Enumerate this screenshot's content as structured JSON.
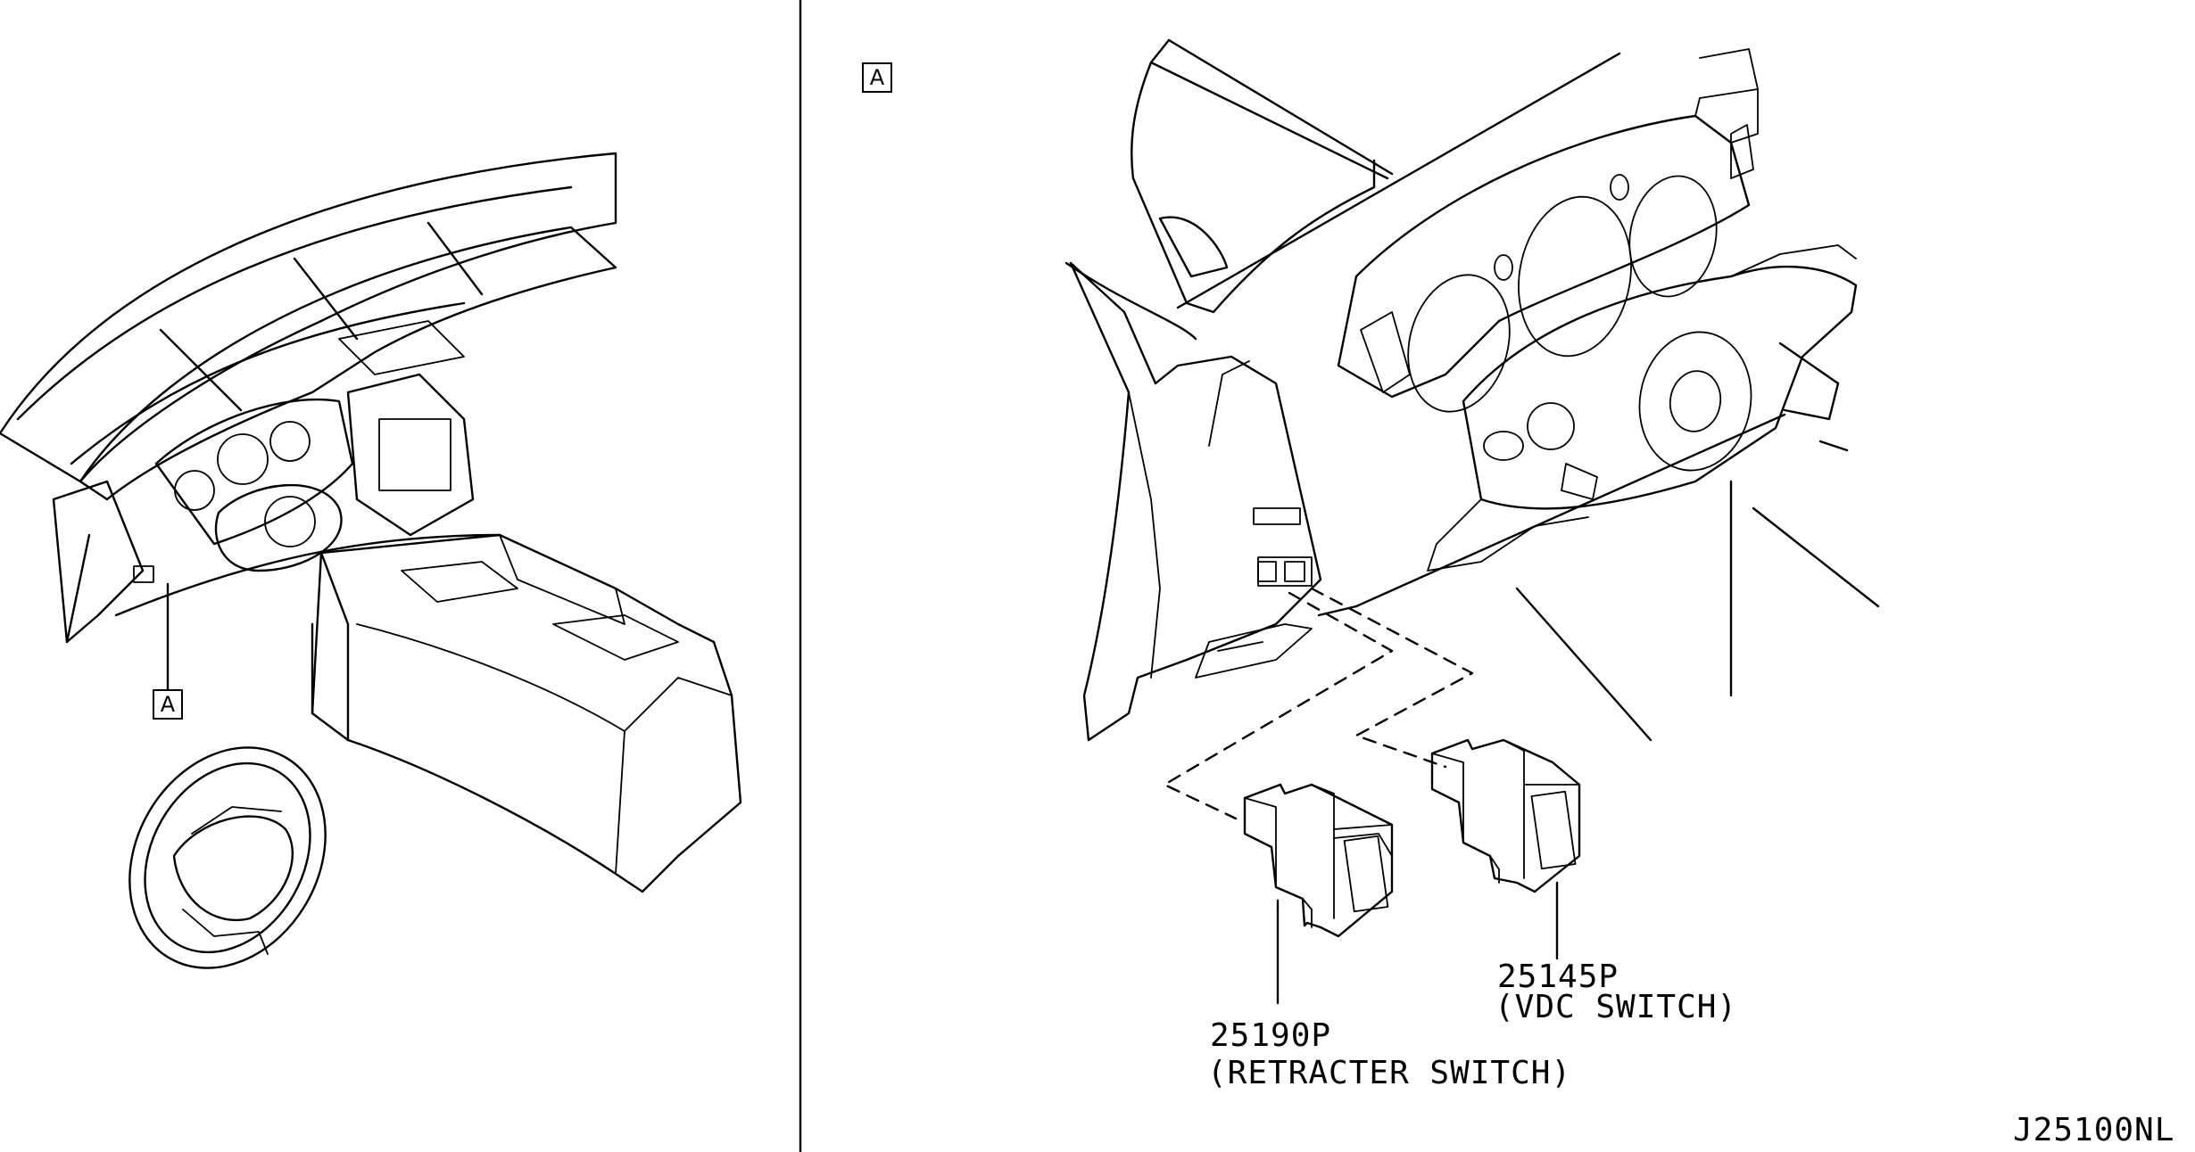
{
  "callouts": {
    "left_marker": "A",
    "detail_marker": "A"
  },
  "parts": [
    {
      "number": "25190P",
      "name": "(RETRACTER SWITCH)"
    },
    {
      "number": "25145P",
      "name": "(VDC SWITCH)"
    }
  ],
  "figure_code": "J25100NL"
}
